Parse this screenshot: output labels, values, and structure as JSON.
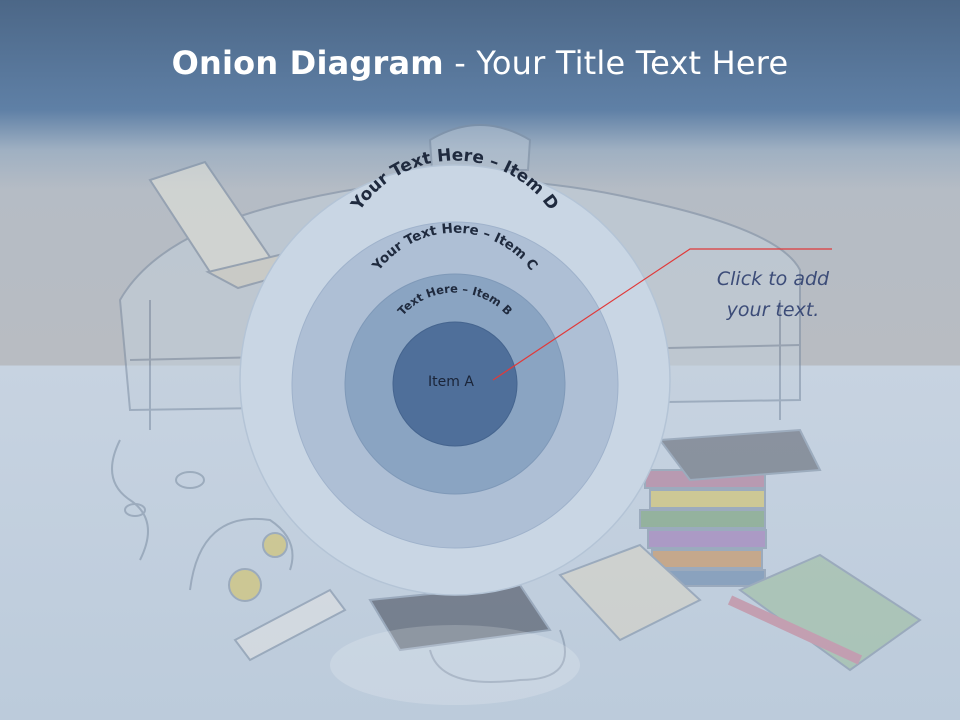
{
  "title": {
    "bold": "Onion Diagram",
    "rest": " - Your Title Text Here"
  },
  "onion": {
    "item_a": "Item A",
    "item_b": "Text Here – Item B",
    "item_c": "Your Text Here – Item C",
    "item_d": "Your Text Here – Item D"
  },
  "callout": {
    "line1": "Click  to add",
    "line2": "your text."
  },
  "colors": {
    "ring_d": "#c9d6e4",
    "ring_c": "#aebfd5",
    "ring_b": "#8aa4c2",
    "core_a": "#4f6f9a",
    "connector": "#e03a3a",
    "callout_text": "#3c4c78"
  }
}
